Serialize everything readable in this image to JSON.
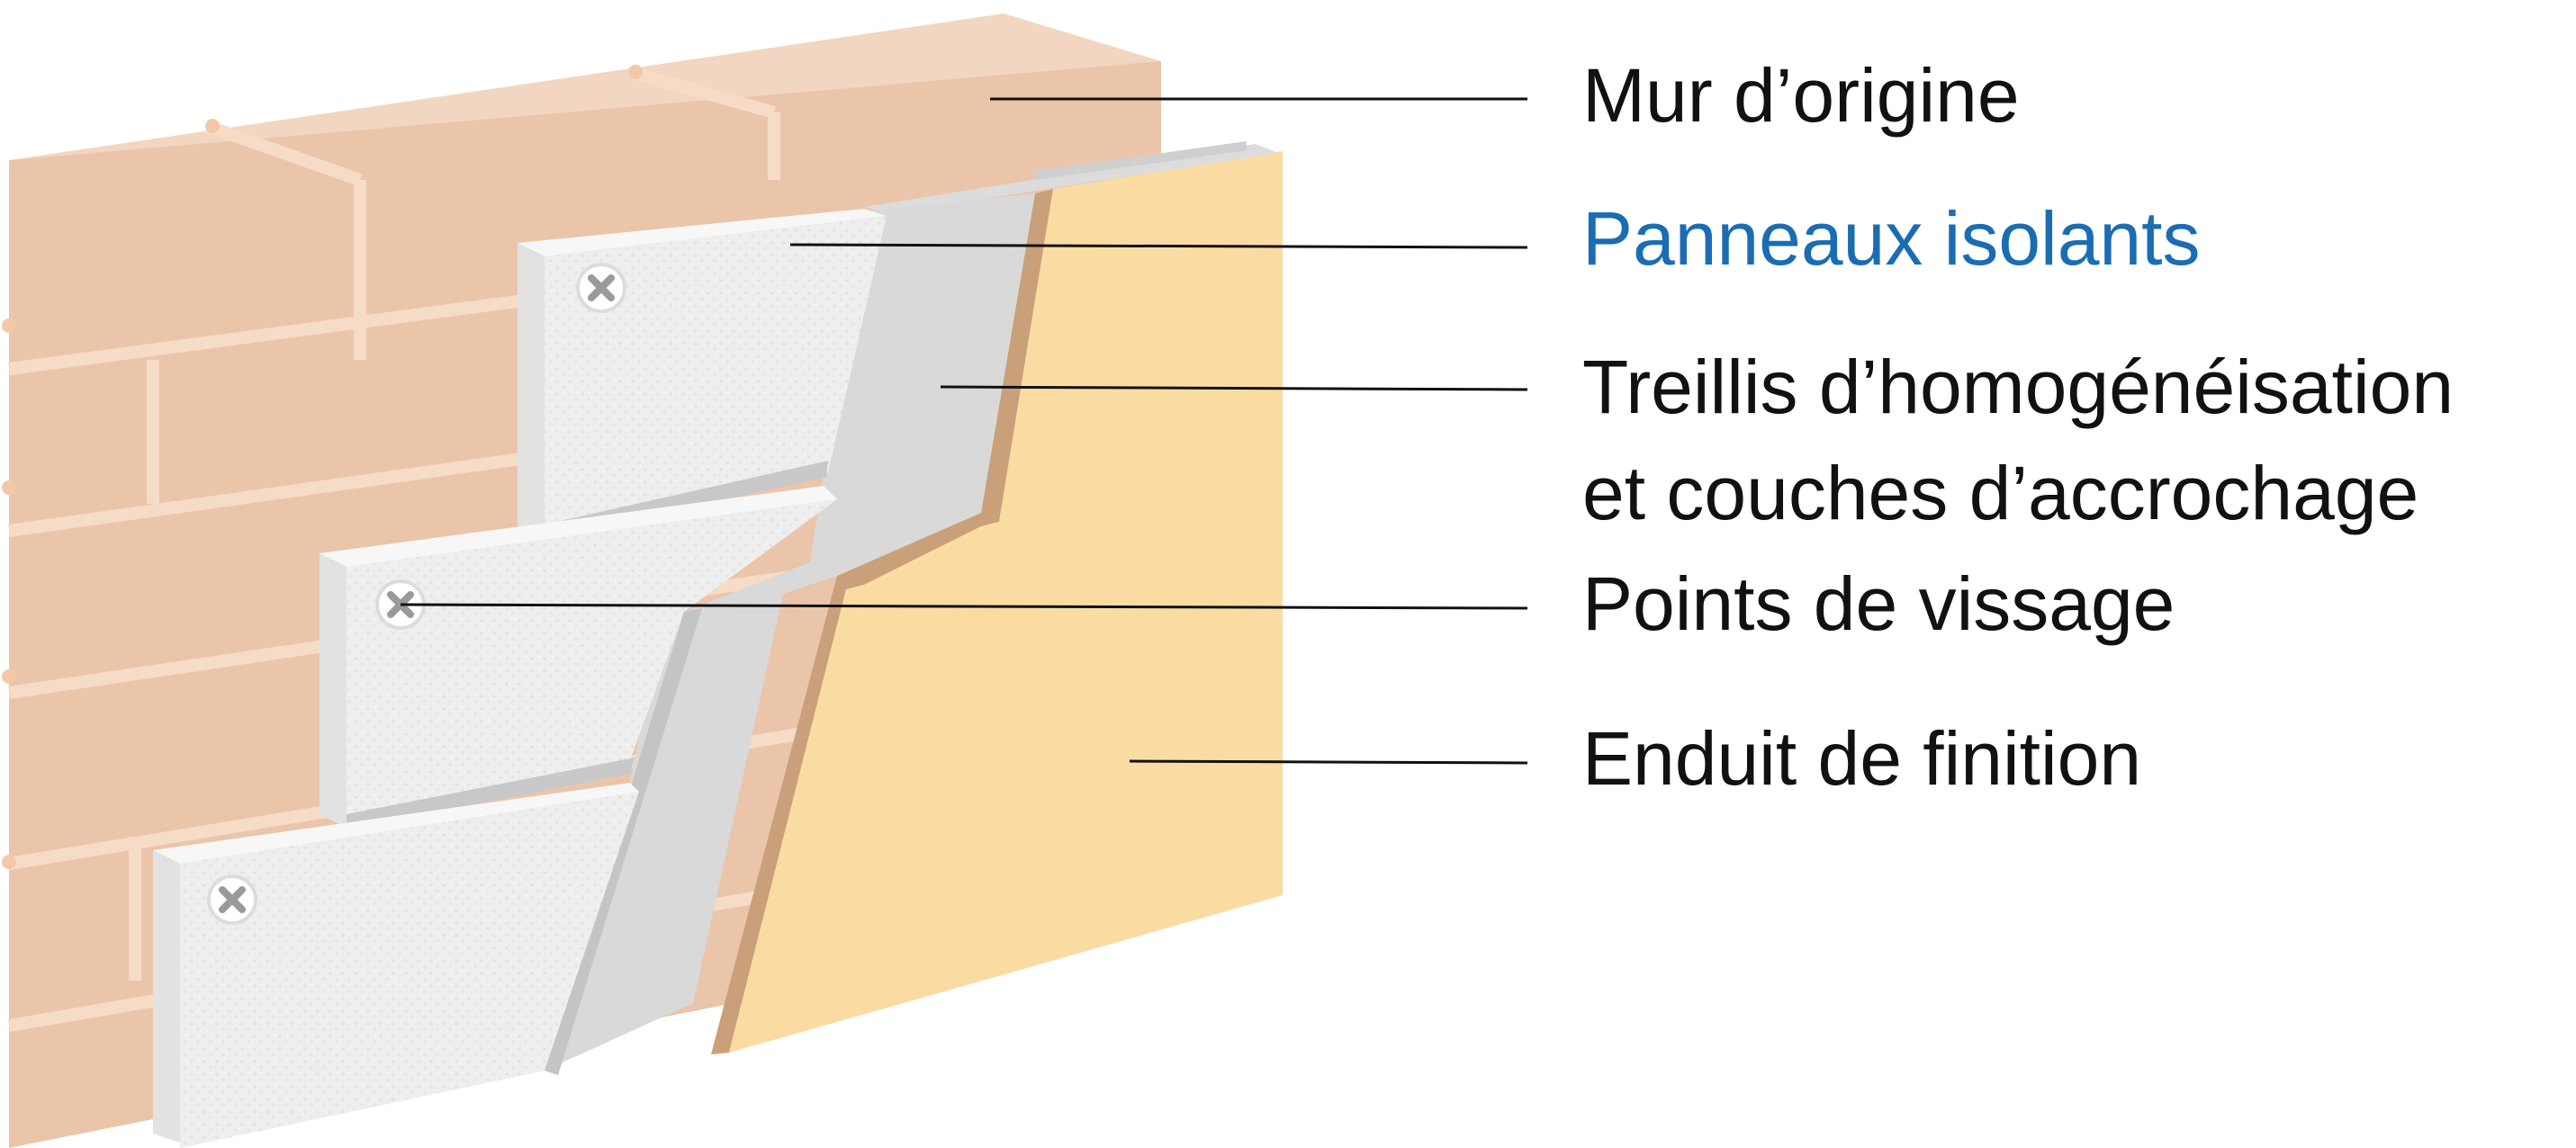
{
  "labels": {
    "mur_origine": "Mur d’origine",
    "panneaux_isolants": "Panneaux isolants",
    "treillis_line1": "Treillis d’homogénéisation",
    "treillis_line2": "et couches d’accrochage",
    "points_vissage": "Points de vissage",
    "enduit_finition": "Enduit de finition"
  },
  "colors": {
    "brick": "#ebc5aa",
    "brick_top": "#f2d6c1",
    "brick_mortar": "#f6dcc7",
    "insulation_panel": "#eeeeee",
    "insulation_edge": "#d3d3d3",
    "mesh_layer": "#d9d9d9",
    "render_face": "#fadca3",
    "render_edge": "#c9a07a",
    "highlight_label": "#1a6db3",
    "leader_line": "#111111"
  },
  "icons": [
    "screw-icon"
  ]
}
